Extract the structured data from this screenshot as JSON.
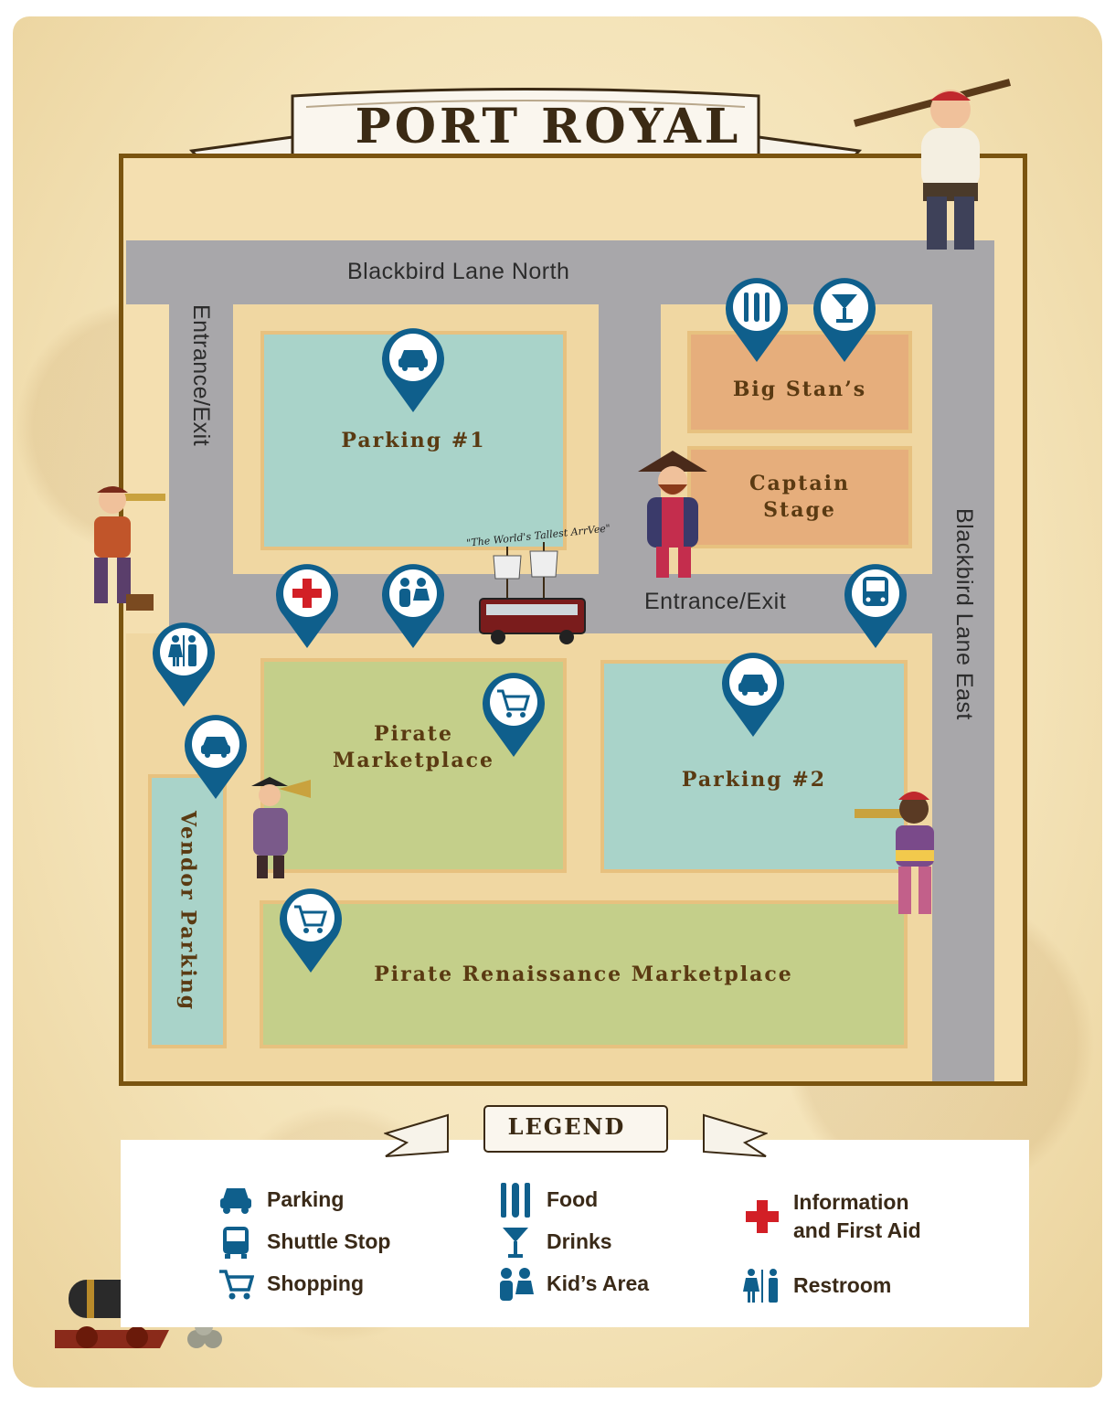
{
  "title": "PORT ROYAL",
  "colors": {
    "pin": "#0f5f8c",
    "road": "#a8a7aa",
    "frame": "#7a5410",
    "first_aid_red": "#d21f26"
  },
  "streets": {
    "north": "Blackbird Lane North",
    "east": "Blackbird Lane East",
    "entrance_west": "Entrance/Exit",
    "entrance_middle": "Entrance/Exit"
  },
  "areas": {
    "parking1": "Parking #1",
    "big_stans": "Big Stan’s",
    "captain_stage_line1": "Captain",
    "captain_stage_line2": "Stage",
    "pirate_marketplace_line1": "Pirate",
    "pirate_marketplace_line2": "Marketplace",
    "parking2": "Parking #2",
    "vendor_parking": "Vendor Parking",
    "renaissance_marketplace": "Pirate Renaissance Marketplace"
  },
  "ship_caption": "\"The World's Tallest ArrVee\"",
  "legend": {
    "title": "LEGEND",
    "items": [
      {
        "icon": "car-icon",
        "label": "Parking"
      },
      {
        "icon": "bus-icon",
        "label": "Shuttle Stop"
      },
      {
        "icon": "cart-icon",
        "label": "Shopping"
      },
      {
        "icon": "food-icon",
        "label": "Food"
      },
      {
        "icon": "cocktail-icon",
        "label": "Drinks"
      },
      {
        "icon": "kids-icon",
        "label": "Kid’s Area"
      },
      {
        "icon": "red-cross-icon",
        "label_line1": "Information",
        "label_line2": "and First Aid"
      },
      {
        "icon": "restroom-icon",
        "label": "Restroom"
      }
    ]
  }
}
